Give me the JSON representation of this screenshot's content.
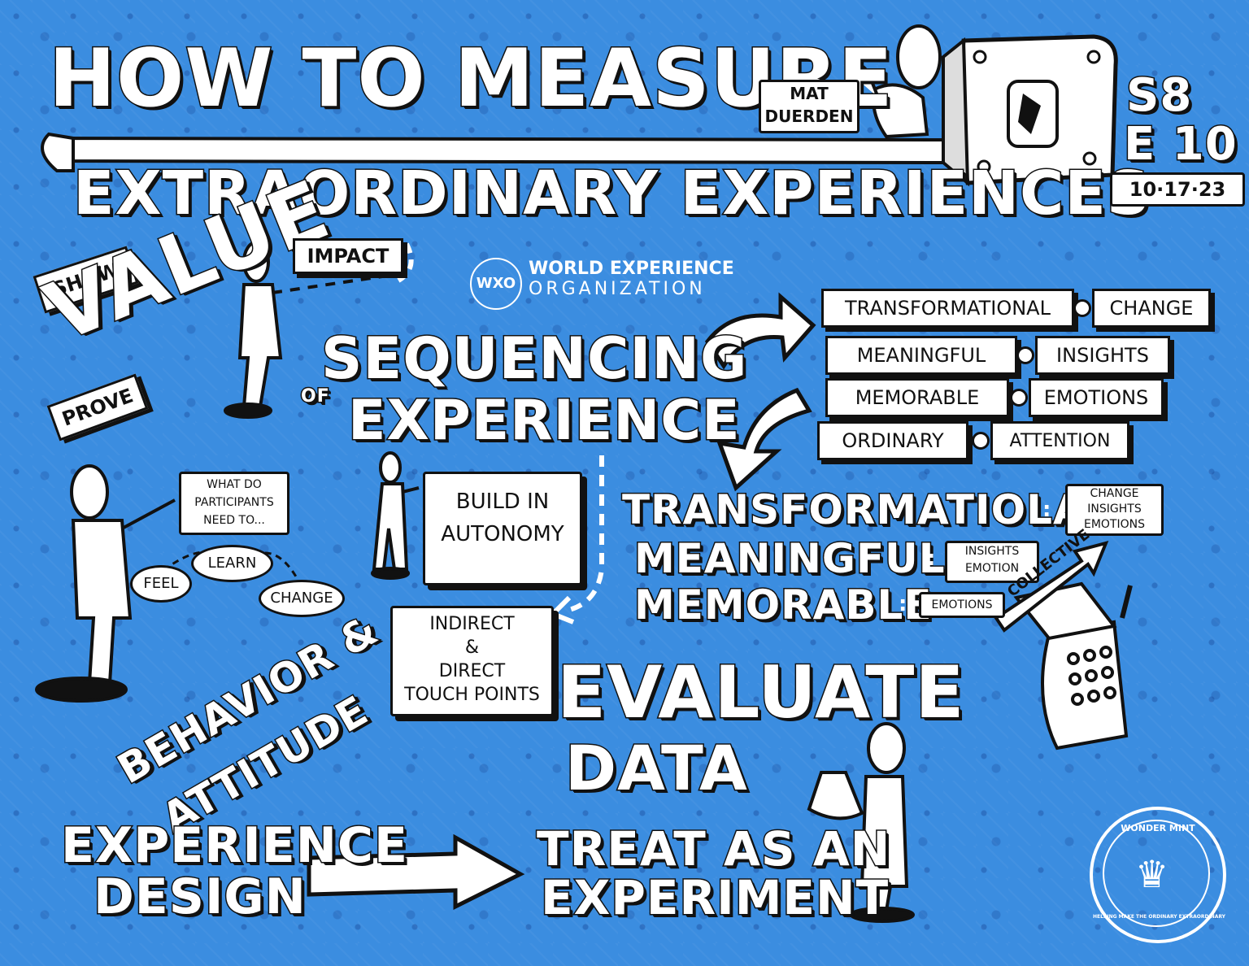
{
  "title": {
    "line1": "HOW TO MEASURE",
    "line2": "EXTRAORDINARY EXPERIENCES",
    "speaker_first": "MAT",
    "speaker_last": "DUERDEN",
    "season": "S8",
    "episode": "E 10",
    "date": "10·17·23"
  },
  "org": {
    "name_top": "WORLD EXPERIENCE",
    "name_bottom": "ORGANIZATION",
    "mark": "WXO"
  },
  "value": {
    "show": "SHOW",
    "value": "VALUE",
    "impact": "IMPACT",
    "prove": "PROVE"
  },
  "sequencing": {
    "line1": "SEQUENCING",
    "of": "OF",
    "line2": "EXPERIENCE"
  },
  "levels": [
    {
      "label": "TRANSFORMATIONAL",
      "result": "CHANGE"
    },
    {
      "label": "MEANINGFUL",
      "result": "INSIGHTS"
    },
    {
      "label": "MEMORABLE",
      "result": "EMOTIONS"
    },
    {
      "label": "ORDINARY",
      "result": "ATTENTION"
    }
  ],
  "participants": {
    "question_line1": "WHAT DO",
    "question_line2": "PARTICIPANTS",
    "question_line3": "NEED TO...",
    "feel": "FEEL",
    "learn": "LEARN",
    "change": "CHANGE"
  },
  "autonomy": {
    "line1": "BUILD IN",
    "line2": "AUTONOMY"
  },
  "outcomes": [
    {
      "label": "TRANSFORMATIOLAL",
      "notes": [
        "CHANGE",
        "INSIGHTS",
        "EMOTIONS"
      ]
    },
    {
      "label": "MEANINGFUL",
      "notes": [
        "INSIGHTS",
        "EMOTION"
      ]
    },
    {
      "label": "MEMORABLE",
      "notes": [
        "EMOTIONS"
      ]
    }
  ],
  "collective": "COLLECTIVE",
  "touchpoints": {
    "line1": "INDIRECT",
    "line2": "&",
    "line3": "DIRECT",
    "line4": "TOUCH POINTS"
  },
  "behavior": {
    "line1": "BEHAVIOR &",
    "line2": "ATTITUDE"
  },
  "evaluate": {
    "line1": "EVALUATE",
    "line2": "DATA"
  },
  "bottom": {
    "left_line1": "EXPERIENCE",
    "left_line2": "DESIGN",
    "right_line1": "TREAT AS AN",
    "right_line2": "EXPERIMENT"
  },
  "badge": {
    "top": "WONDER MINT",
    "bottom": "HELPING MAKE THE ORDINARY EXTRAORDINARY"
  },
  "colors": {
    "background": "#3b8de0",
    "ink": "#111111",
    "paper": "#ffffff"
  }
}
